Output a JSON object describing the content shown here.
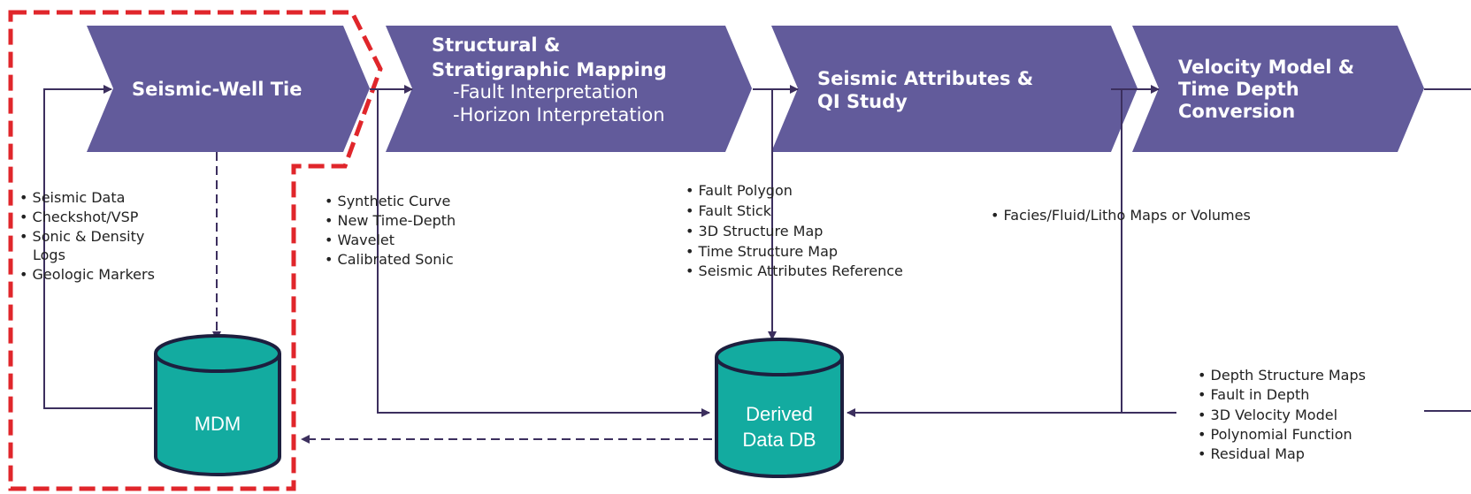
{
  "colors": {
    "chevron": "#625b9b",
    "cylinder_fill": "#13aba0",
    "cylinder_stroke": "#1d1f3f",
    "connector": "#3c2f5e",
    "highlight_dash": "#e0262b"
  },
  "chevrons": [
    {
      "title_lines": [
        "Seismic-Well Tie"
      ],
      "sub_lines": []
    },
    {
      "title_lines": [
        "Structural &",
        "Stratigraphic Mapping"
      ],
      "sub_lines": [
        "-Fault Interpretation",
        "-Horizon Interpretation"
      ]
    },
    {
      "title_lines": [
        "Seismic Attributes &",
        "QI Study"
      ],
      "sub_lines": []
    },
    {
      "title_lines": [
        "Velocity Model &",
        "Time Depth",
        "Conversion"
      ],
      "sub_lines": []
    }
  ],
  "lists": {
    "inputs": [
      "Seismic Data",
      "Checkshot/VSP",
      "Sonic & Density",
      "Logs",
      "Geologic Markers"
    ],
    "well_tie_outputs": [
      "Synthetic Curve",
      "New Time-Depth",
      "Wavelet",
      "Calibrated Sonic"
    ],
    "mapping_outputs": [
      "Fault Polygon",
      "Fault Stick",
      "3D Structure Map",
      "Time Structure Map",
      "Seismic Attributes Reference"
    ],
    "qi_outputs": [
      "Facies/Fluid/Litho Maps or Volumes"
    ],
    "velocity_outputs": [
      "Depth Structure Maps",
      "Fault in Depth",
      "3D Velocity Model",
      "Polynomial Function",
      "Residual Map"
    ]
  },
  "databases": {
    "mdm": {
      "lines": [
        "MDM"
      ]
    },
    "derived": {
      "lines": [
        "Derived",
        "Data DB"
      ]
    }
  }
}
